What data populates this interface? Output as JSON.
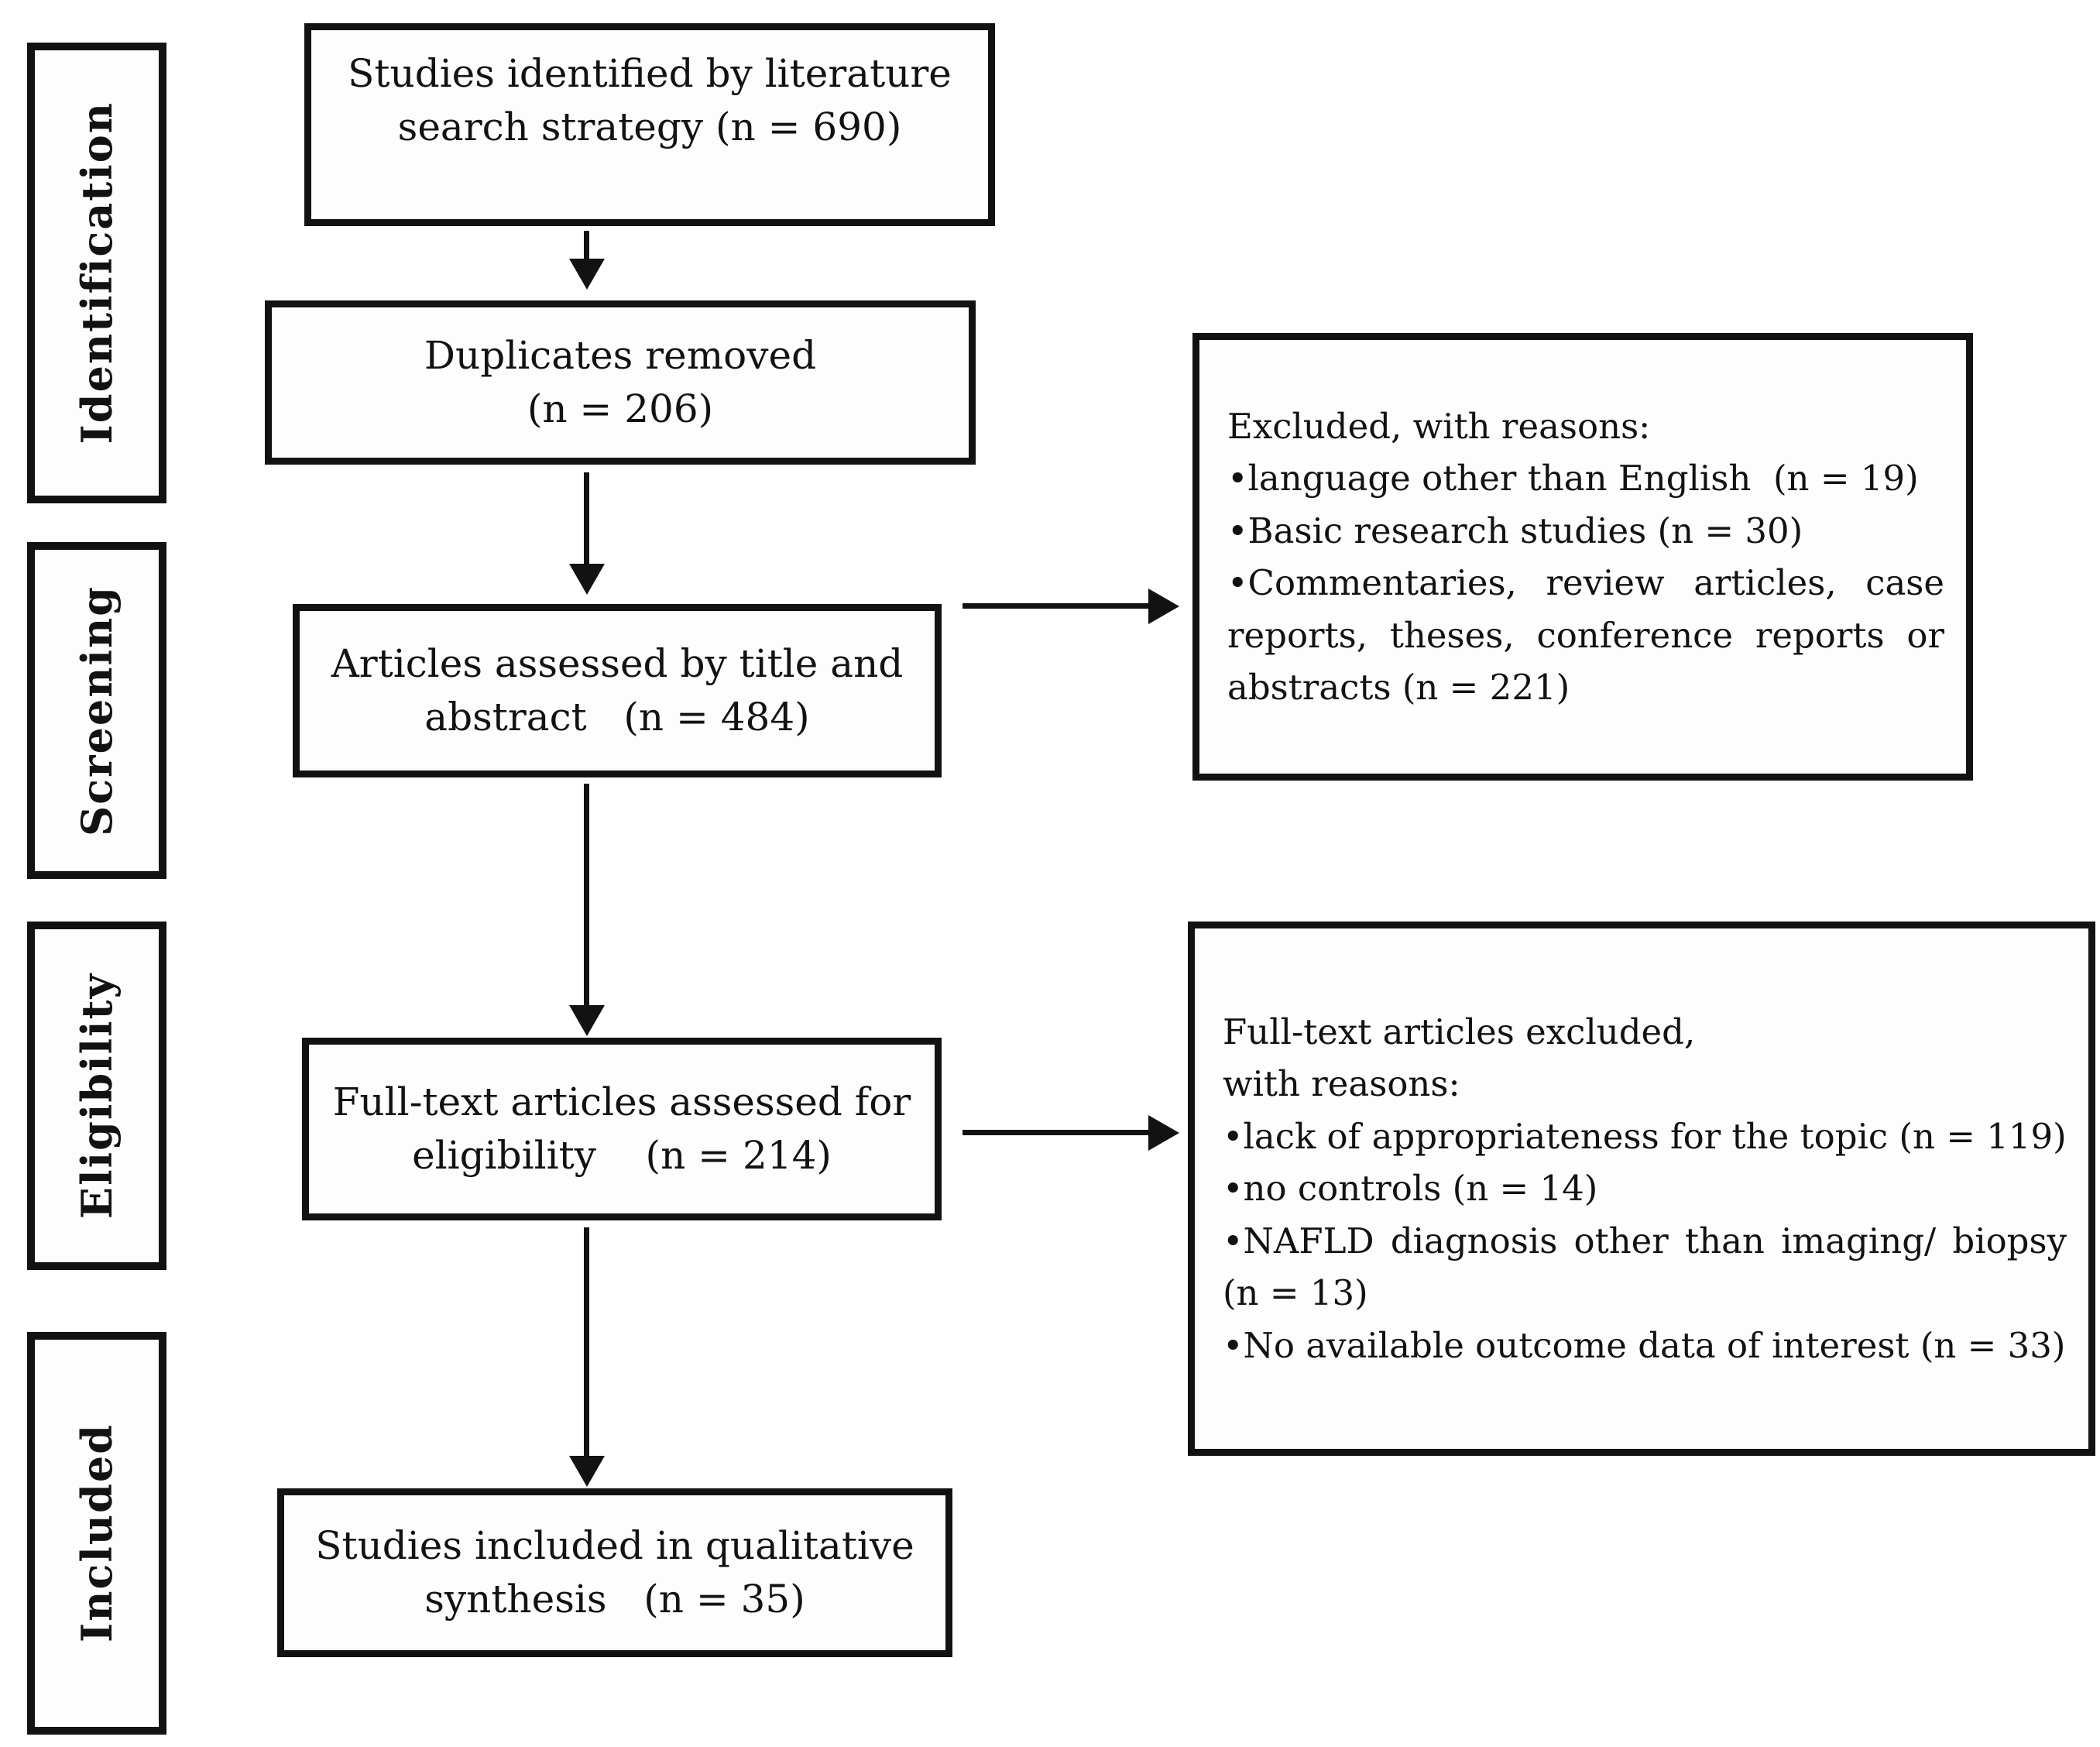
{
  "stages": [
    {
      "label": "Identification"
    },
    {
      "label": "Screening"
    },
    {
      "label": "Eligibility"
    },
    {
      "label": "Included"
    }
  ],
  "flow_boxes": [
    {
      "line1": "Studies identified by literature",
      "line2": "search strategy (n = 690)"
    },
    {
      "line1": "Duplicates removed",
      "line2": "(n = 206)"
    },
    {
      "line1": "Articles assessed by title and",
      "line2": "abstract   (n = 484)"
    },
    {
      "line1": "Full-text articles assessed for",
      "line2": "eligibility    (n = 214)"
    },
    {
      "line1": "Studies included in qualitative",
      "line2": "synthesis   (n = 35)"
    }
  ],
  "exclusion_boxes": [
    {
      "header": "Excluded, with reasons:",
      "bullets": [
        "•language other than English  (n = 19)",
        "•Basic research studies (n = 30)",
        "•Commentaries, review articles, case reports, theses, conference reports or abstracts  (n = 221)"
      ]
    },
    {
      "header": "Full-text articles excluded,\nwith reasons:",
      "bullets": [
        "•lack of appropriateness for the topic (n = 119)",
        "•no controls (n = 14)",
        "•NAFLD diagnosis other than imaging/ biopsy (n = 13)",
        "•No available outcome data of interest (n = 33)"
      ]
    }
  ],
  "colors": {
    "ink": "#121212",
    "background": "#ffffff"
  }
}
